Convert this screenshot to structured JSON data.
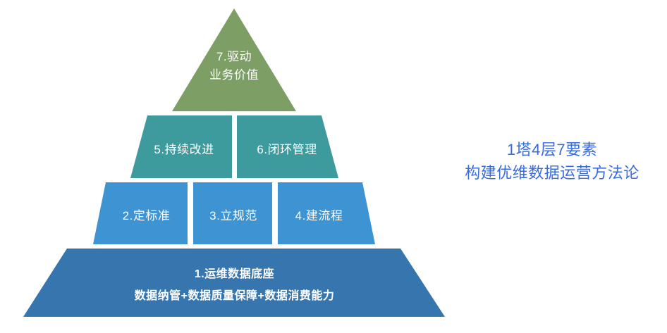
{
  "diagram": {
    "type": "pyramid",
    "title_absent": true,
    "tiers": [
      {
        "level": 4,
        "shape": "triangle",
        "color": "#7d9f66",
        "segments": [
          {
            "id": "element-7",
            "lines": [
              "7.驱动",
              "业务价值"
            ]
          }
        ]
      },
      {
        "level": 3,
        "shape": "trapezoid",
        "color": "#3d9b9e",
        "segments": [
          {
            "id": "element-5",
            "label": "5.持续改进"
          },
          {
            "id": "element-6",
            "label": "6.闭环管理"
          }
        ]
      },
      {
        "level": 2,
        "shape": "trapezoid",
        "color": "#3e93d3",
        "segments": [
          {
            "id": "element-2",
            "label": "2.定标准"
          },
          {
            "id": "element-3",
            "label": "3.立规范"
          },
          {
            "id": "element-4",
            "label": "4.建流程"
          }
        ]
      },
      {
        "level": 1,
        "shape": "trapezoid",
        "color": "#3675ad",
        "segments": [
          {
            "id": "element-1",
            "line1": "1.运维数据底座",
            "line2": "数据纳管+数据质量保障+数据消费能力"
          }
        ]
      }
    ]
  },
  "caption": {
    "color": "#3a6ce0",
    "line1": "1塔4层7要素",
    "line2": "构建优维数据运营方法论"
  },
  "colors": {
    "background": "#ffffff",
    "apex_green": "#7d9f66",
    "tier3_teal": "#3d9b9e",
    "tier2_blue": "#3e93d3",
    "tier1_blue": "#3675ad",
    "label_white": "#ffffff",
    "caption_blue": "#3a6ce0"
  }
}
